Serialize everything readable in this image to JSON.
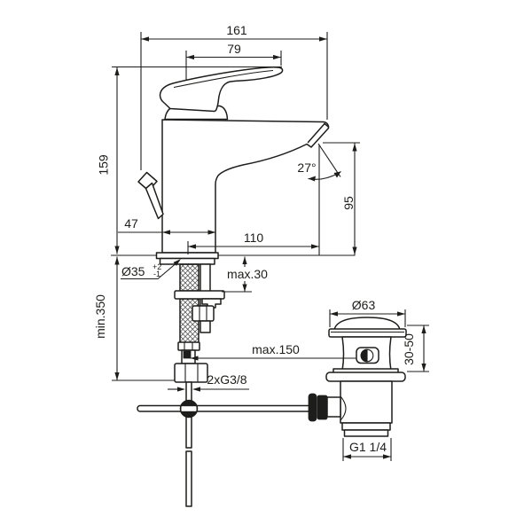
{
  "drawing": {
    "type": "basin-mixer-technical-drawing",
    "colors": {
      "line": "#1d1d1b",
      "background": "#ffffff"
    }
  },
  "dimensions": {
    "overall_length": "161",
    "handle_projection": "79",
    "total_height": "159",
    "body_depth": "47",
    "spout_reach": "110",
    "spout_angle": "27°",
    "outlet_height": "95",
    "mounting_hole": {
      "value": "Ø35",
      "tol_plus": "+2",
      "tol_minus": "-1"
    },
    "max_deck_thickness": "max.30",
    "min_hose_clearance": "min.350",
    "max_rod_length": "max.150",
    "supply_connection": "2xG3/8",
    "waste_flange_diameter": "Ø63",
    "waste_deck_range": "30-50",
    "waste_thread": "G1 1/4"
  }
}
